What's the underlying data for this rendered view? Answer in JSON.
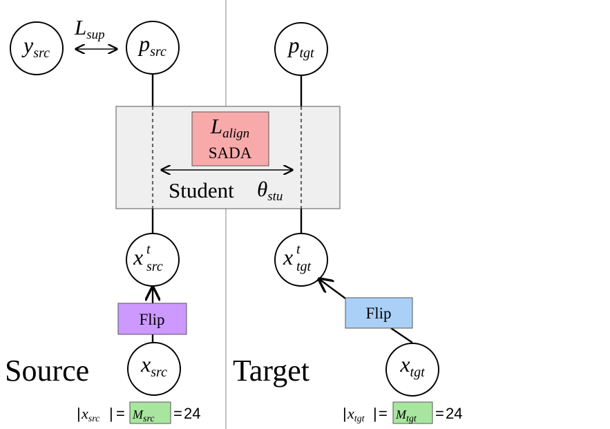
{
  "sections": {
    "source_label": "Source",
    "target_label": "Target"
  },
  "nodes": {
    "y_src": {
      "base": "y",
      "sub": "src"
    },
    "p_src": {
      "base": "p",
      "sub": "src"
    },
    "p_tgt": {
      "base": "p",
      "sub": "tgt"
    },
    "x_src_t": {
      "base": "x",
      "sup": "t",
      "sub": "src"
    },
    "x_tgt_t": {
      "base": "x",
      "sup": "t",
      "sub": "tgt"
    },
    "x_src": {
      "base": "x",
      "sub": "src"
    },
    "x_tgt": {
      "base": "x",
      "sub": "tgt"
    }
  },
  "losses": {
    "sup": {
      "base": "L",
      "sub": "sup"
    },
    "align": {
      "base": "L",
      "sub": "align",
      "method": "SADA"
    }
  },
  "student": {
    "label": "Student",
    "param": {
      "base": "θ",
      "sub": "stu"
    }
  },
  "flip_source": "Flip",
  "flip_target": "Flip",
  "equations": {
    "source": {
      "bar_left": "|",
      "var": "x",
      "var_sub": "src",
      "bar_right": "|",
      "eq1": "=",
      "m": "M",
      "m_sub": "src",
      "eq2": "=",
      "value": "24"
    },
    "target": {
      "bar_left": "|",
      "var": "x",
      "var_sub": "tgt",
      "bar_right": "|",
      "eq1": "=",
      "m": "M",
      "m_sub": "tgt",
      "eq2": "=",
      "value": "24"
    }
  },
  "colors": {
    "line": "#000000",
    "divider": "#999999",
    "student_fill": "#efefef",
    "align_fill": "#f8aaaa",
    "flip_source_fill": "#cc99ff",
    "flip_target_fill": "#aad0f7",
    "m_box_fill": "#a8e6a0"
  }
}
